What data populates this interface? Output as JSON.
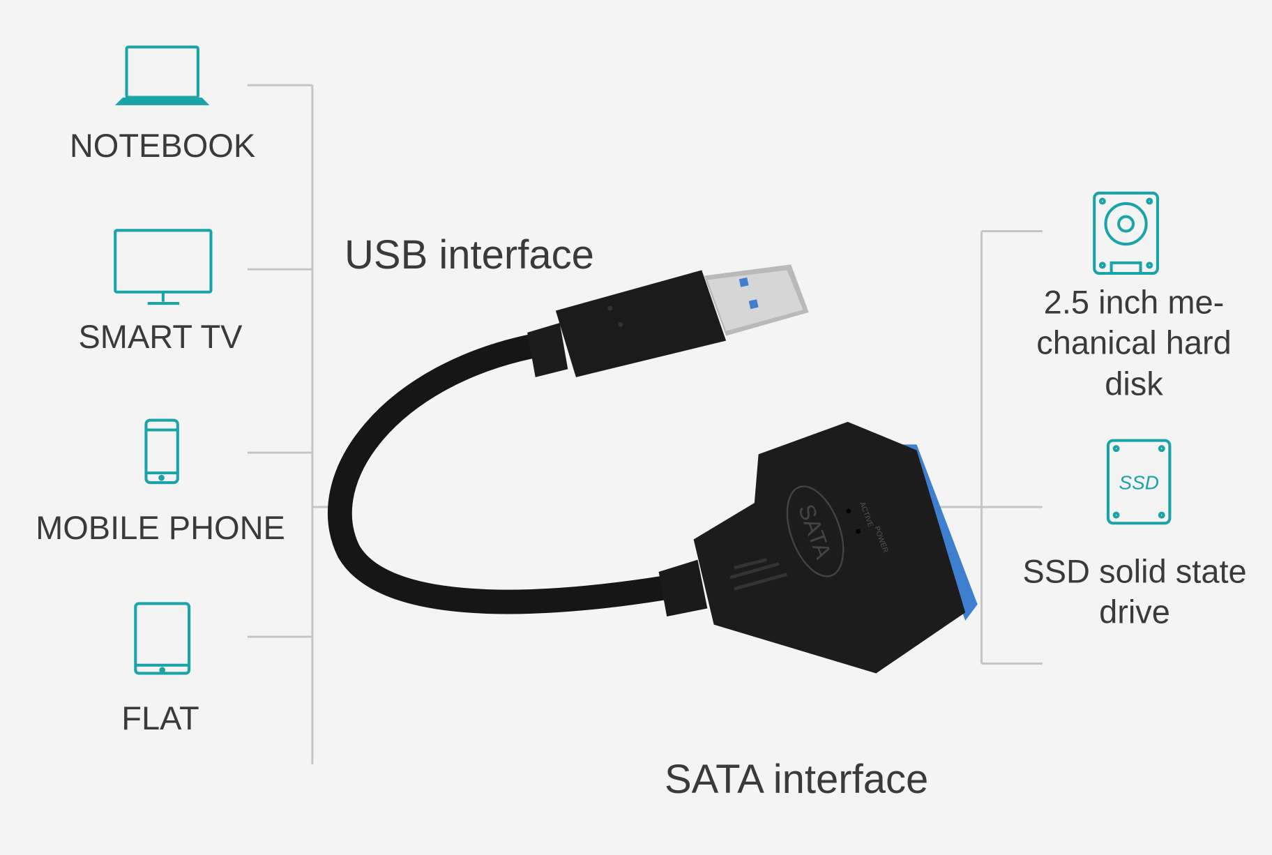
{
  "devices": [
    {
      "label": "NOTEBOOK",
      "icon": "laptop-icon"
    },
    {
      "label": "SMART TV",
      "icon": "monitor-icon"
    },
    {
      "label": "MOBILE PHONE",
      "icon": "phone-icon"
    },
    {
      "label": "FLAT",
      "icon": "tablet-icon"
    }
  ],
  "usb_label": "USB interface",
  "sata_label": "SATA interface",
  "drives": [
    {
      "lines": [
        "2.5 inch me-",
        "chanical hard",
        "disk"
      ],
      "icon": "hard-disk-icon"
    },
    {
      "lines": [
        "SSD solid state",
        "drive"
      ],
      "icon": "ssd-icon",
      "icon_text": "SSD"
    }
  ],
  "adapter": {
    "logo": "SATA",
    "leds": [
      "ACTIVE",
      "POWER"
    ]
  },
  "colors": {
    "icon": "#1aa3a8",
    "connector_blue": "#3f7fd0",
    "cable": "#161616",
    "lines": "#c4c4c4"
  }
}
